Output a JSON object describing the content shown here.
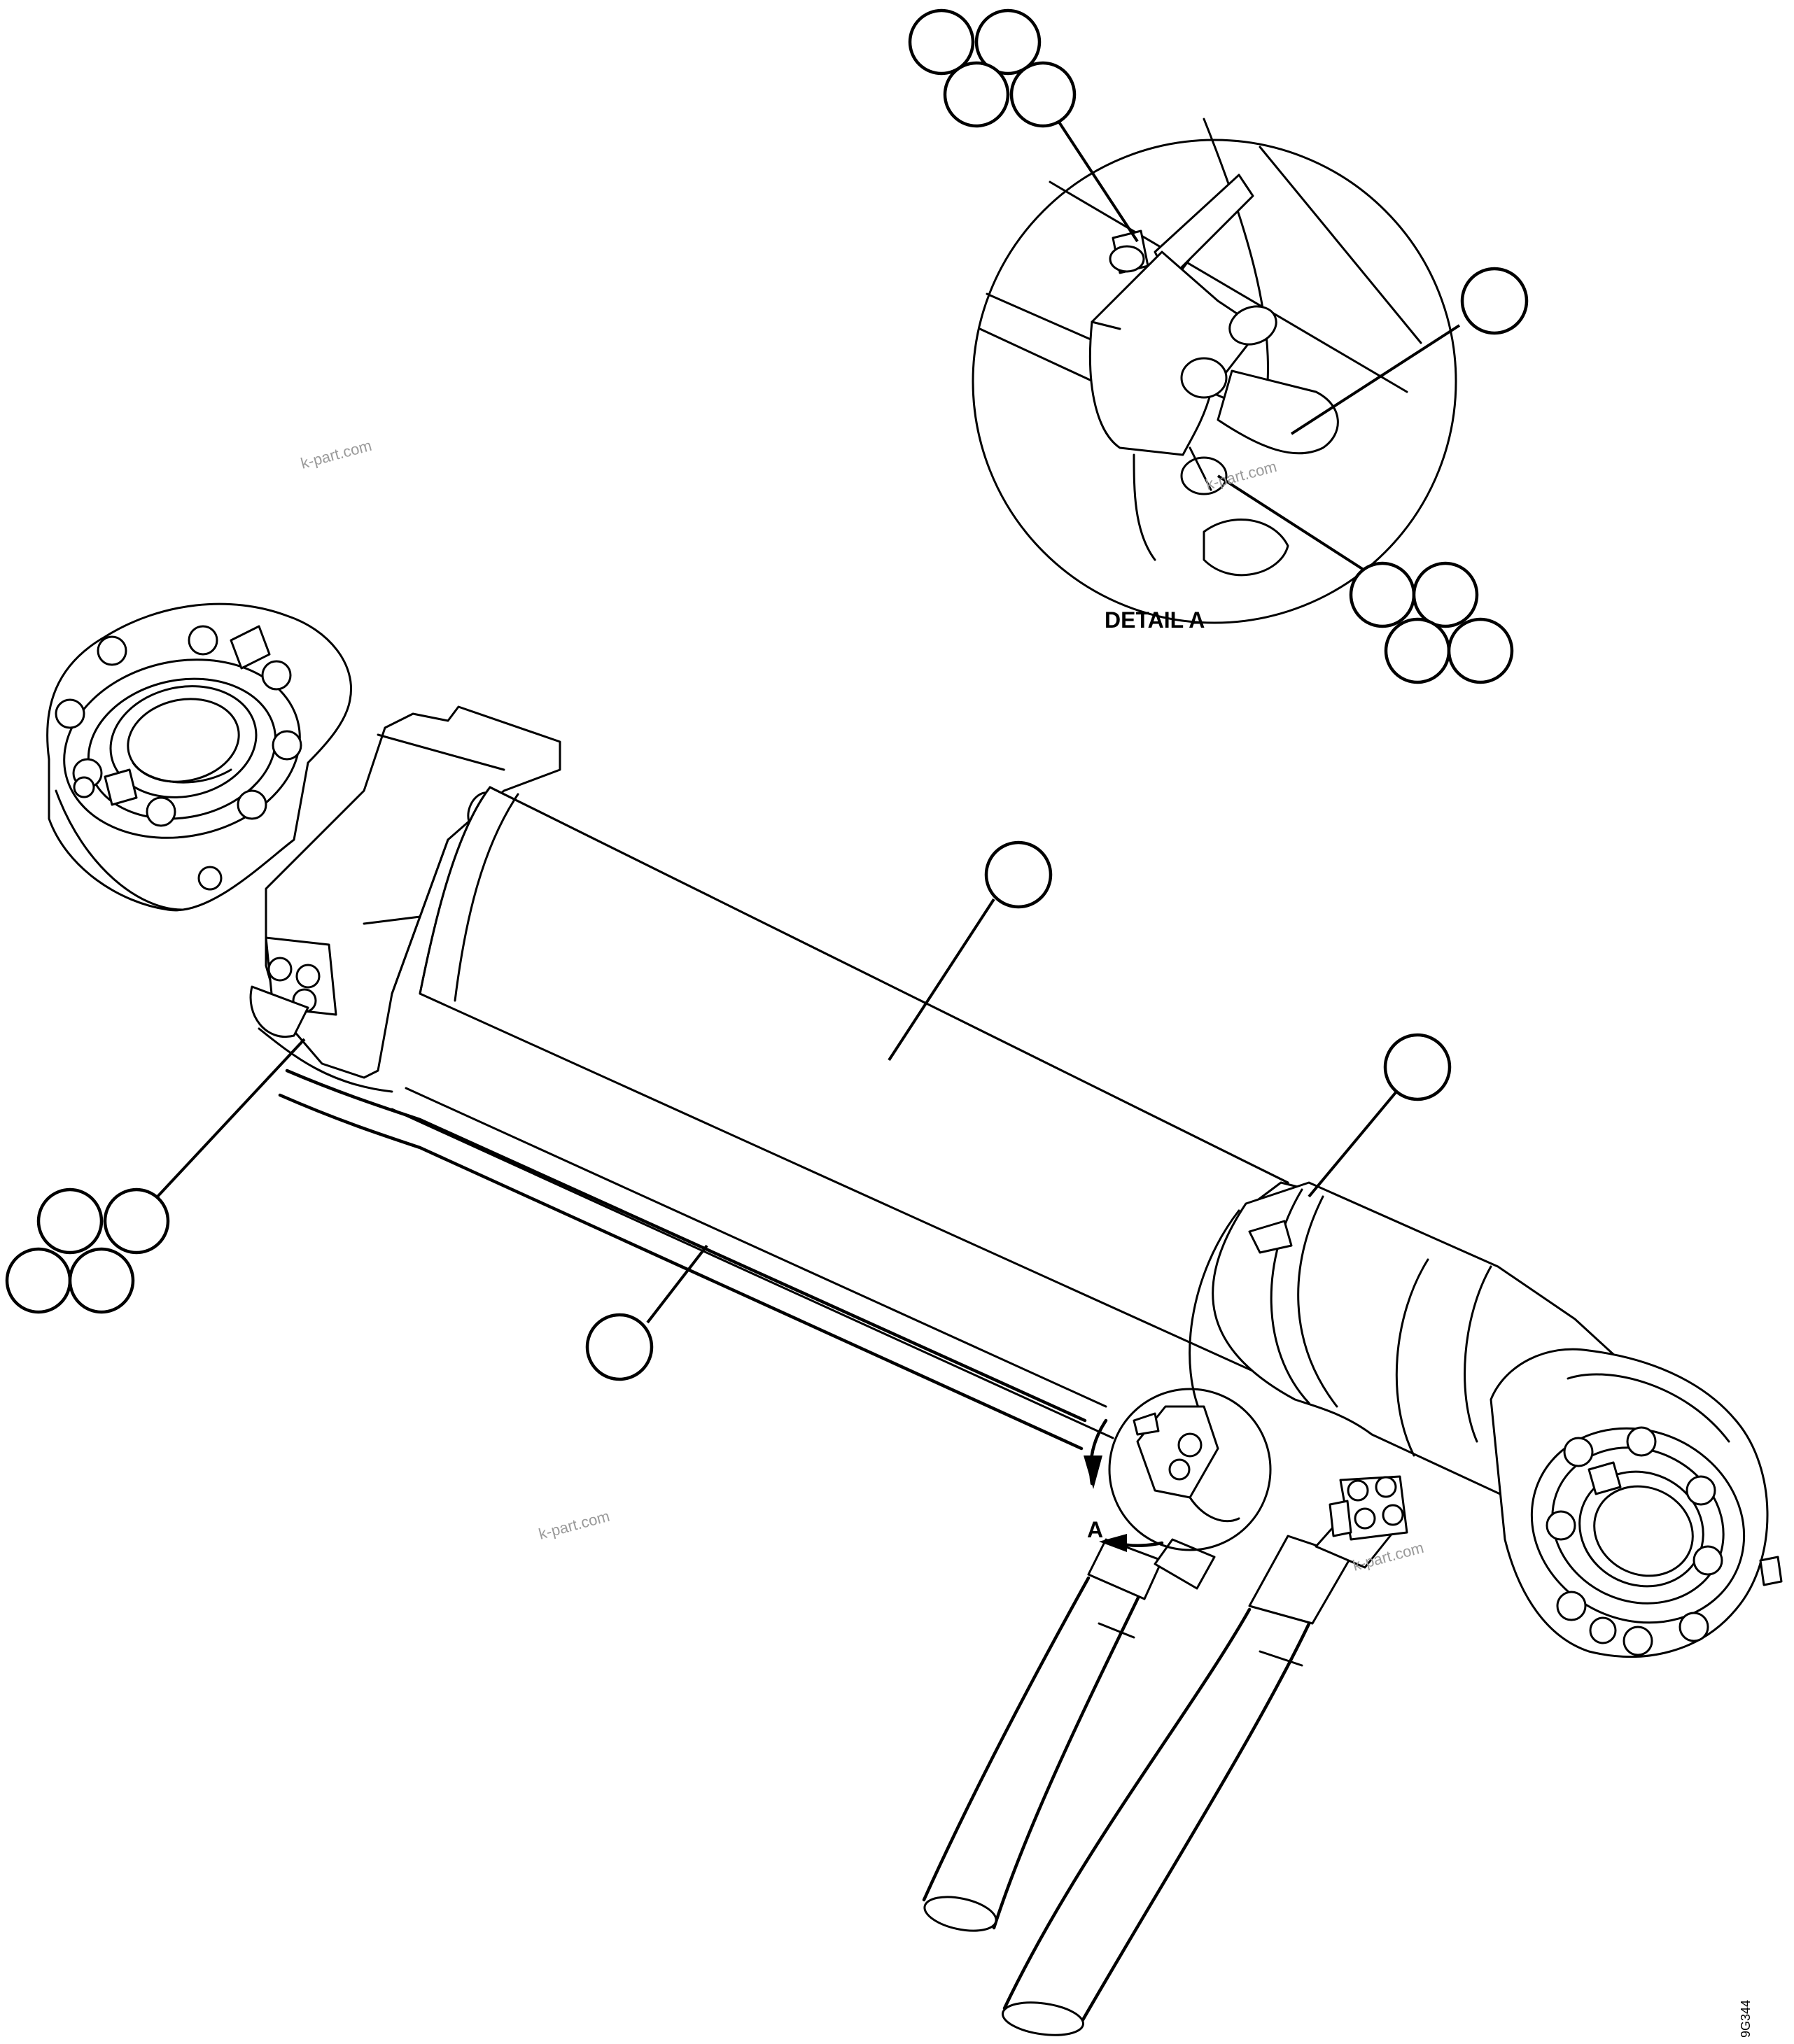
{
  "diagram": {
    "detail_label": "DETAIL A",
    "view_arrow_label": "A",
    "figure_number": "9G344",
    "watermarks": [
      "k-part.com",
      "k-part.com",
      "k-part.com",
      "k-part.com"
    ]
  },
  "callouts": [
    {
      "id": "cluster-top-detail",
      "count": 4,
      "text": ""
    },
    {
      "id": "detail-hose",
      "count": 1,
      "text": ""
    },
    {
      "id": "cluster-bottom-detail",
      "count": 4,
      "text": ""
    },
    {
      "id": "barrel",
      "count": 1,
      "text": ""
    },
    {
      "id": "rod-end-collar",
      "count": 1,
      "text": ""
    },
    {
      "id": "cluster-left-fitting",
      "count": 4,
      "text": ""
    },
    {
      "id": "tube",
      "count": 1,
      "text": ""
    }
  ],
  "colors": {
    "ink": "#000000",
    "paper": "#ffffff",
    "watermark": "#9a9a9a"
  }
}
